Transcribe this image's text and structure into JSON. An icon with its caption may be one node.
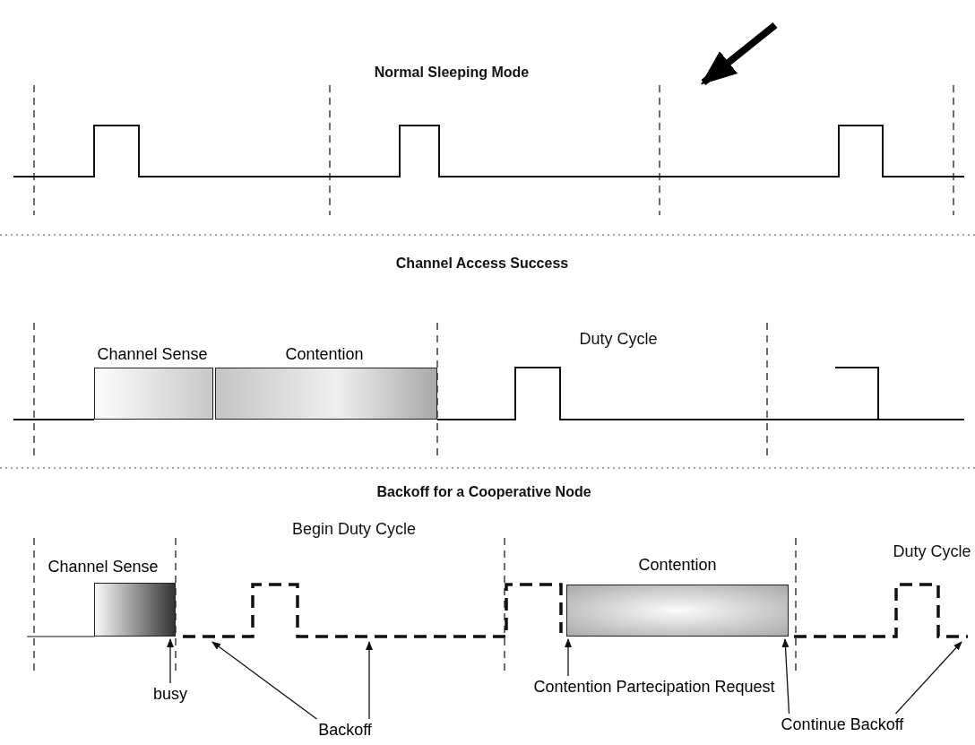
{
  "diagram": {
    "nodes": [
      {
        "text": [
          "Channel Sense"
        ]
      },
      {
        "text": [
          "Contention"
        ]
      },
      {
        "text": [
          "Channel Sense"
        ]
      },
      {
        "text": [
          "Contention"
        ]
      },
      {
        "text": [
          "busy"
        ]
      },
      {
        "text": [
          "Backoff"
        ]
      },
      {
        "text": [
          "Contention Partecipation Request"
        ]
      },
      {
        "text": [
          "Continue Backoff"
        ]
      }
    ],
    "edges": [
      {
        "from": 4,
        "to": 2,
        "arrow": "to"
      },
      {
        "from": 5,
        "to": null,
        "arrow": "to"
      },
      {
        "from": 5,
        "to": null,
        "arrow": "to"
      },
      {
        "from": 6,
        "to": 3,
        "arrow": "to"
      },
      {
        "from": 7,
        "to": 3,
        "arrow": "to"
      },
      {
        "from": 7,
        "to": null,
        "arrow": "to"
      }
    ],
    "labels": [
      "Normal Sleeping Mode",
      "Channel Access Success",
      "Duty Cycle",
      "Backoff for a Cooperative Node",
      "Begin Duty Cycle",
      "Duty Cycle"
    ]
  }
}
